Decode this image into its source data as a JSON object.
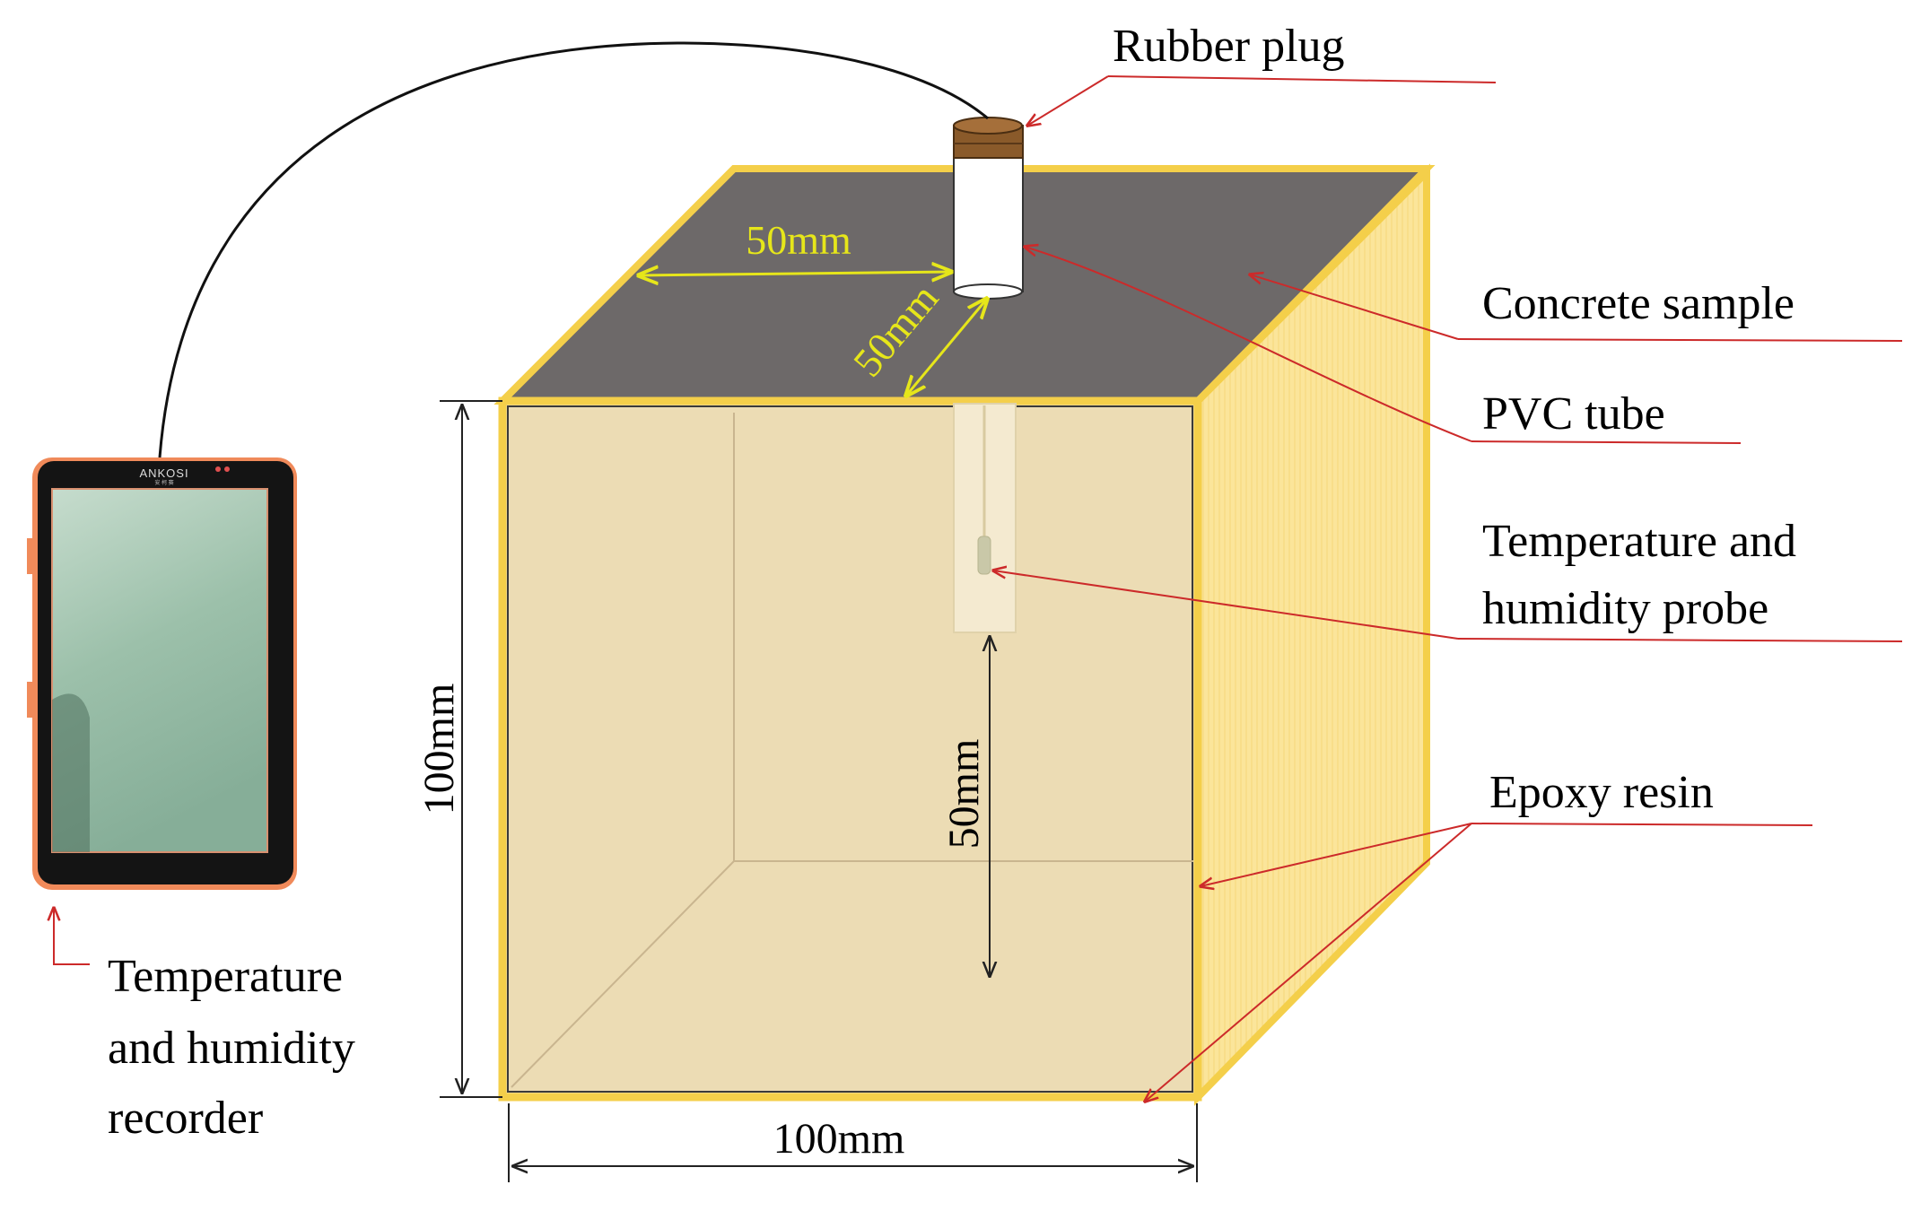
{
  "labels": {
    "rubber_plug": "Rubber plug",
    "concrete_sample": "Concrete sample",
    "pvc_tube": "PVC tube",
    "probe_line1": "Temperature and",
    "probe_line2": "humidity probe",
    "epoxy_resin": "Epoxy resin",
    "recorder_line1": "Temperature",
    "recorder_line2": "and humidity",
    "recorder_line3": "recorder"
  },
  "dimensions": {
    "top_width": "50mm",
    "top_depth": "50mm",
    "height": "100mm",
    "width": "100mm",
    "probe_depth": "50mm"
  },
  "device": {
    "brand": "ANKOSI",
    "sub_brand": "安 柯 赛"
  },
  "colors": {
    "cube_front": "#ecdcb4",
    "cube_side": "#fbe59a",
    "cube_top": "#6d6969",
    "epoxy_edge": "#f4cf4a",
    "leader_line": "#cc2a2a",
    "dimension_yellow": "#e6e61a",
    "rubber_plug": "#8a5a2a",
    "device_frame": "#f08a5a",
    "device_screen": "#9bbfa8"
  }
}
